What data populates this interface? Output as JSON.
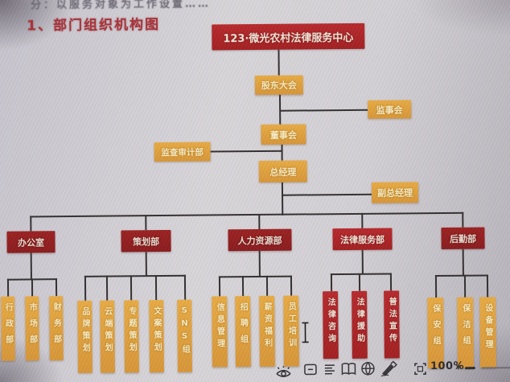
{
  "colors": {
    "accent_red": "#b72a2d",
    "accent_dark_red": "#8f1f21",
    "accent_orange": "#df9f3e",
    "connector": "#343030",
    "heading_red": "#a93239"
  },
  "document": {
    "cropped_top_line": "分：以服务对象为工作设置……",
    "heading_number": "1、",
    "heading_title": "部门组织机构图"
  },
  "org_chart": {
    "root": "123·微光农村法律服务中心",
    "shareholders_meeting": "股东大会",
    "supervisory_board": "监事会",
    "board_of_directors": "董事会",
    "audit_department": "监查审计部",
    "general_manager": "总经理",
    "deputy_general_manager": "副总经理",
    "departments": [
      {
        "label": "办公室",
        "children": [
          "行政部",
          "市场部",
          "财务部"
        ]
      },
      {
        "label": "策划部",
        "children": [
          "品牌策划",
          "云端策划",
          "专题策划",
          "文案策划",
          "SNS组"
        ]
      },
      {
        "label": "人力资源部",
        "children": [
          "信息管理",
          "招聘组",
          "薪资福利",
          "员工培训"
        ]
      },
      {
        "label": "法律服务部",
        "children": [
          "法律咨询",
          "法律援助",
          "普法宣传"
        ]
      },
      {
        "label": "后勤部",
        "children": [
          "保安组",
          "保洁组",
          "设备管理"
        ]
      }
    ]
  },
  "statusbar": {
    "zoom_level": "100%",
    "zoom_caret": "▾",
    "icons": [
      "eye-icon",
      "comment-icon",
      "outline-icon",
      "read-mode-icon",
      "web-layout-icon",
      "pen-icon",
      "fit-screen-icon",
      "zoom-out-icon",
      "zoom-slider"
    ]
  }
}
